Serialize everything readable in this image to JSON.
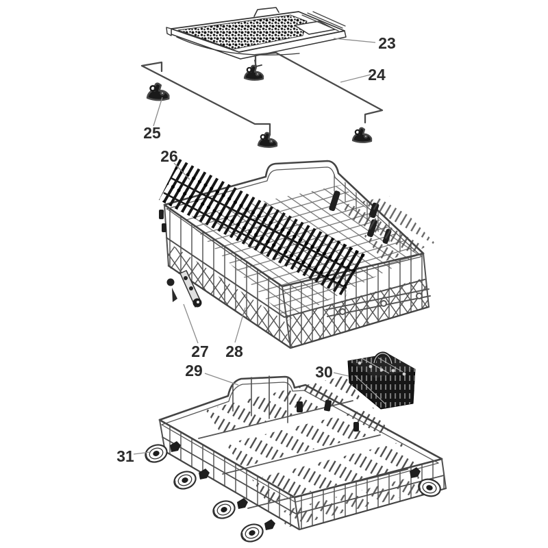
{
  "figure": {
    "background": "#ffffff",
    "ink": "#3f3f3f",
    "dark_fill": "#1a1a1a",
    "leader_color": "#8c8c8c",
    "label_color": "#2b2b2b"
  },
  "callouts": [
    {
      "label": "23",
      "part": "mesh-cover-tray"
    },
    {
      "label": "24",
      "part": "support-wire-rail"
    },
    {
      "label": "25",
      "part": "rail-mounting-clip"
    },
    {
      "label": "26",
      "part": "folding-tine-row"
    },
    {
      "label": "27",
      "part": "side-clip-set"
    },
    {
      "label": "28",
      "part": "upper-rack-basket"
    },
    {
      "label": "29",
      "part": "lower-rack-basket"
    },
    {
      "label": "30",
      "part": "cutlery-basket"
    },
    {
      "label": "31",
      "part": "rack-wheel"
    }
  ]
}
